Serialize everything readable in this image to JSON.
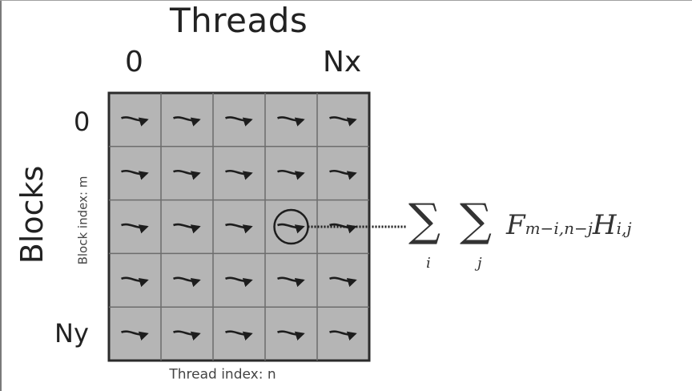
{
  "diagram": {
    "title": "Threads",
    "column_start_label": "0",
    "column_end_label": "Nx",
    "row_axis_title": "Blocks",
    "row_start_label": "0",
    "row_end_label": "Ny",
    "row_index_caption": "Block index: m",
    "column_index_caption": "Thread index: n",
    "rows": 5,
    "columns": 5,
    "highlighted_cell": {
      "row": 2,
      "column": 3
    },
    "colors": {
      "grid_fill": "#b5b5b5",
      "grid_border": "#2b2b2b",
      "cell_divider": "#6d6d6d",
      "arrow": "#1d1d1d",
      "highlight": "#1d1d1d",
      "connector": "#1d1d1d"
    }
  },
  "formula": {
    "sum_symbol": "∑",
    "sum_index_outer": "i",
    "sum_index_inner": "j",
    "term_F": "F",
    "term_F_subscript": "m−i,n−j",
    "term_H": "H",
    "term_H_subscript": "i,j"
  }
}
